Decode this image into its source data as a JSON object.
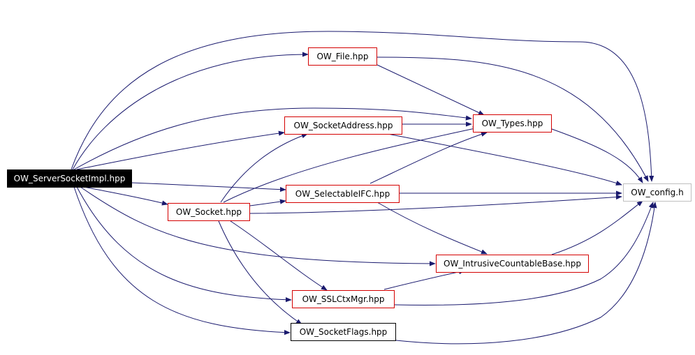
{
  "graph": {
    "edge_color": "#1a1a6e",
    "node_border_color": "#d40000",
    "nodes": {
      "root": "OW_ServerSocketImpl.hpp",
      "file": "OW_File.hpp",
      "socket_address": "OW_SocketAddress.hpp",
      "types": "OW_Types.hpp",
      "selectable_ifc": "OW_SelectableIFC.hpp",
      "socket": "OW_Socket.hpp",
      "config": "OW_config.h",
      "intrusive": "OW_IntrusiveCountableBase.hpp",
      "sslctx": "OW_SSLCtxMgr.hpp",
      "socket_flags": "OW_SocketFlags.hpp"
    }
  }
}
